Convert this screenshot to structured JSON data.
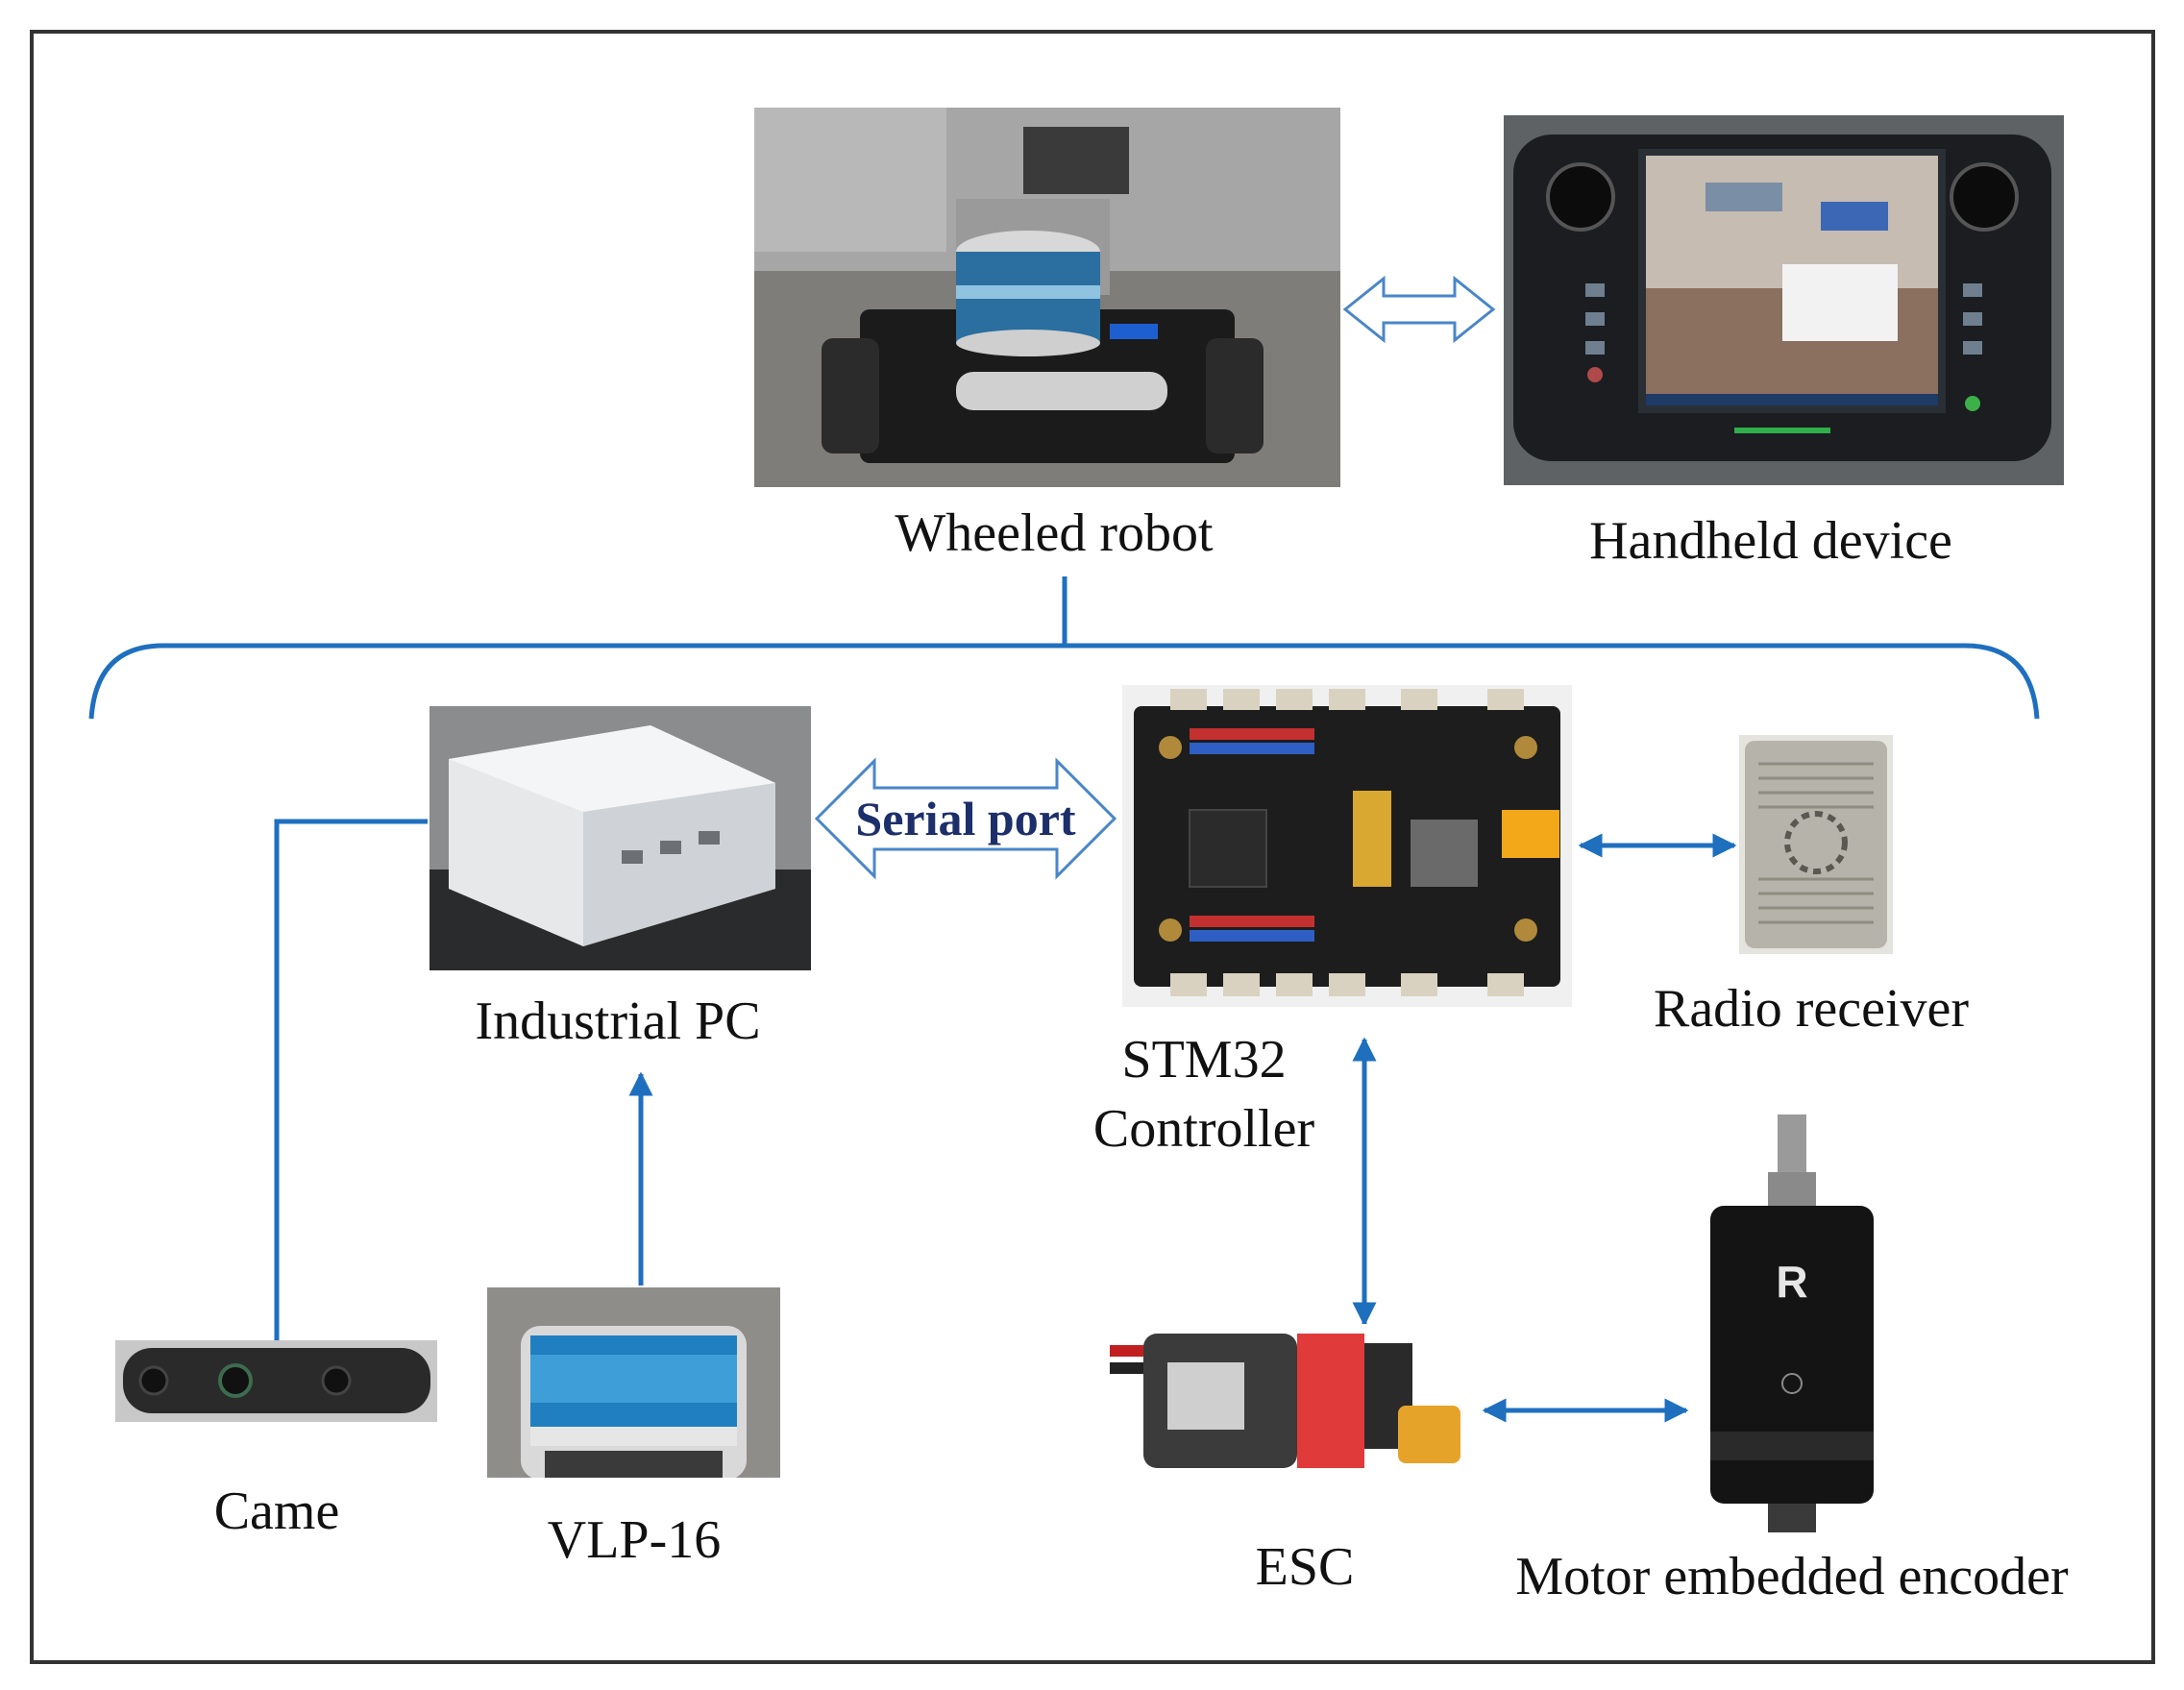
{
  "diagram": {
    "nodes": {
      "wheeled_robot": "Wheeled robot",
      "handheld_device": "Handheld device",
      "industrial_pc": "Industrial PC",
      "stm32_line1": "STM32",
      "stm32_line2": "Controller",
      "radio_receiver": "Radio receiver",
      "camera": "Came",
      "vlp16": "VLP-16",
      "esc": "ESC",
      "motor": "Motor embedded encoder"
    },
    "edges": {
      "serial_port": "Serial port"
    },
    "colors": {
      "connector": "#1f6fbf",
      "frame": "#333333",
      "serial_text": "#1c2f6b",
      "text": "#111111"
    }
  }
}
